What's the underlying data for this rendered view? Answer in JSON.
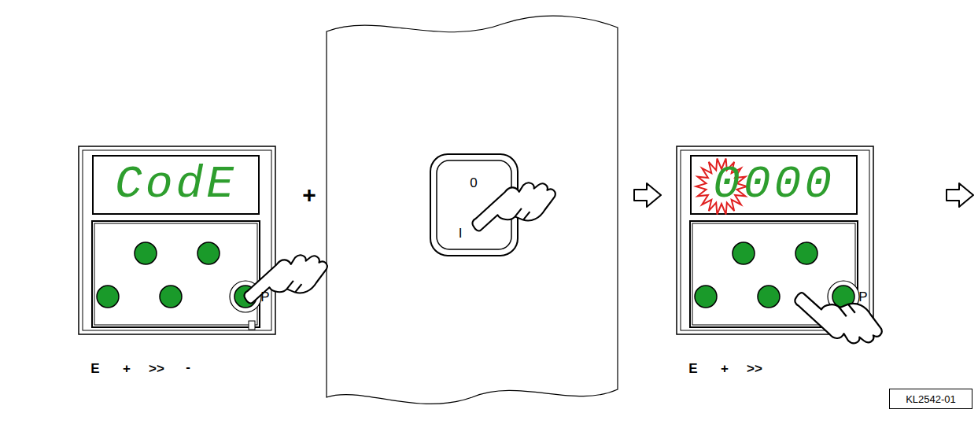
{
  "diagram": {
    "nodes": [
      {
        "text": [
          "CodE"
        ]
      },
      {
        "text": [
          "0",
          "I"
        ]
      },
      {
        "text": [
          "0000"
        ]
      },
      {
        "text": [
          "KL2542-01"
        ]
      }
    ],
    "labels": [
      "E",
      "+",
      ">>",
      "-",
      "P",
      "+",
      "E",
      "+",
      ">>",
      "P"
    ]
  }
}
